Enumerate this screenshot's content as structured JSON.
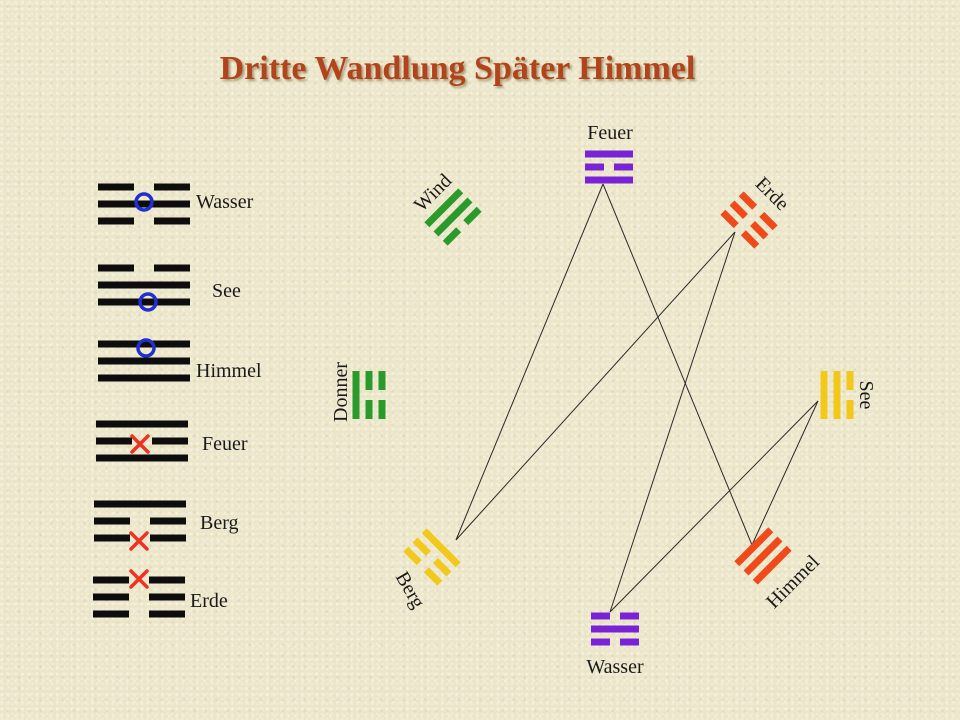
{
  "title": "Dritte Wandlung Später Himmel",
  "colors": {
    "title": "#b2441c",
    "black": "#0d0d0d",
    "purple": "#7a22d6",
    "red": "#f0491a",
    "green": "#2a9a2a",
    "yellow": "#f2c81a",
    "blue": "#1f2fd0",
    "mark_red": "#ee3322"
  },
  "left_list": [
    {
      "label": "Wasser",
      "lines": [
        0,
        1,
        0
      ],
      "marker": "circle"
    },
    {
      "label": "See",
      "lines": [
        0,
        1,
        1
      ],
      "marker": "circle"
    },
    {
      "label": "Himmel",
      "lines": [
        1,
        1,
        1
      ],
      "marker": "circle"
    },
    {
      "label": "Feuer",
      "lines": [
        1,
        0,
        1
      ],
      "marker": "cross"
    },
    {
      "label": "Berg",
      "lines": [
        1,
        0,
        0
      ],
      "marker": "cross"
    },
    {
      "label": "Erde",
      "lines": [
        0,
        0,
        0
      ],
      "marker": "cross"
    }
  ],
  "ring": [
    {
      "key": "feuer",
      "label": "Feuer",
      "color": "purple",
      "lines": [
        1,
        0,
        1
      ]
    },
    {
      "key": "erde",
      "label": "Erde",
      "color": "red",
      "lines": [
        0,
        0,
        0
      ]
    },
    {
      "key": "see",
      "label": "See",
      "color": "yellow",
      "lines": [
        0,
        1,
        1
      ]
    },
    {
      "key": "himmel",
      "label": "Himmel",
      "color": "red",
      "lines": [
        1,
        1,
        1
      ]
    },
    {
      "key": "wasser",
      "label": "Wasser",
      "color": "purple",
      "lines": [
        0,
        1,
        0
      ]
    },
    {
      "key": "berg",
      "label": "Berg",
      "color": "yellow",
      "lines": [
        1,
        0,
        0
      ]
    },
    {
      "key": "donner",
      "label": "Donner",
      "color": "green",
      "lines": [
        0,
        0,
        1
      ]
    },
    {
      "key": "wind",
      "label": "Wind",
      "color": "green",
      "lines": [
        1,
        1,
        0
      ]
    }
  ],
  "connections": [
    [
      "feuer",
      "berg"
    ],
    [
      "feuer",
      "himmel"
    ],
    [
      "erde",
      "berg"
    ],
    [
      "erde",
      "wasser"
    ],
    [
      "see",
      "wasser"
    ],
    [
      "see",
      "himmel"
    ]
  ]
}
